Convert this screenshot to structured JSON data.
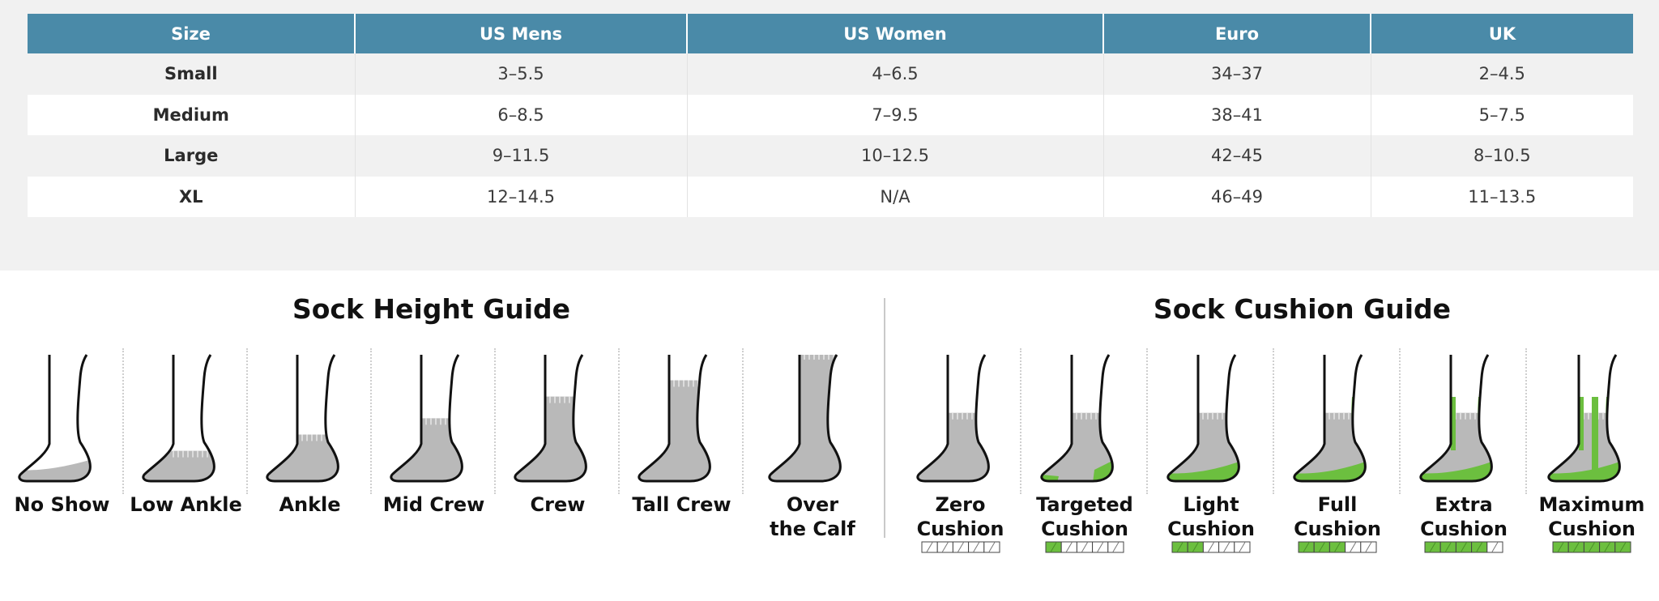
{
  "size_table": {
    "headers": [
      "Size",
      "US Mens",
      "US Women",
      "Euro",
      "UK"
    ],
    "rows": [
      [
        "Small",
        "3–5.5",
        "4–6.5",
        "34–37",
        "2–4.5"
      ],
      [
        "Medium",
        "6–8.5",
        "7–9.5",
        "38–41",
        "5–7.5"
      ],
      [
        "Large",
        "9–11.5",
        "10–12.5",
        "42–45",
        "8–10.5"
      ],
      [
        "XL",
        "12–14.5",
        "N/A",
        "46–49",
        "11–13.5"
      ]
    ]
  },
  "height_guide": {
    "title": "Sock Height Guide",
    "items": [
      {
        "label": "No Show",
        "icon": "sock-no-show-icon",
        "sock_height": 0.0
      },
      {
        "label": "Low Ankle",
        "icon": "sock-low-ankle-icon",
        "sock_height": 0.1
      },
      {
        "label": "Ankle",
        "icon": "sock-ankle-icon",
        "sock_height": 0.25
      },
      {
        "label": "Mid Crew",
        "icon": "sock-mid-crew-icon",
        "sock_height": 0.4
      },
      {
        "label": "Crew",
        "icon": "sock-crew-icon",
        "sock_height": 0.6
      },
      {
        "label": "Tall Crew",
        "icon": "sock-tall-crew-icon",
        "sock_height": 0.75
      },
      {
        "label": "Over the Calf",
        "icon": "sock-over-the-calf-icon",
        "sock_height": 1.0
      }
    ]
  },
  "cushion_guide": {
    "title": "Sock Cushion Guide",
    "bar_segments": 5,
    "items": [
      {
        "label": "Zero Cushion",
        "icon": "cushion-zero-icon",
        "level": 0
      },
      {
        "label": "Targeted Cushion",
        "icon": "cushion-targeted-icon",
        "level": 1
      },
      {
        "label": "Light Cushion",
        "icon": "cushion-light-icon",
        "level": 2
      },
      {
        "label": "Full Cushion",
        "icon": "cushion-full-icon",
        "level": 3
      },
      {
        "label": "Extra Cushion",
        "icon": "cushion-extra-icon",
        "level": 4
      },
      {
        "label": "Maximum Cushion",
        "icon": "cushion-maximum-icon",
        "level": 5
      }
    ]
  },
  "colors": {
    "header_blue": "#4a8aa8",
    "cushion_green": "#6cbf3f",
    "sock_gray": "#b9b9b9"
  }
}
